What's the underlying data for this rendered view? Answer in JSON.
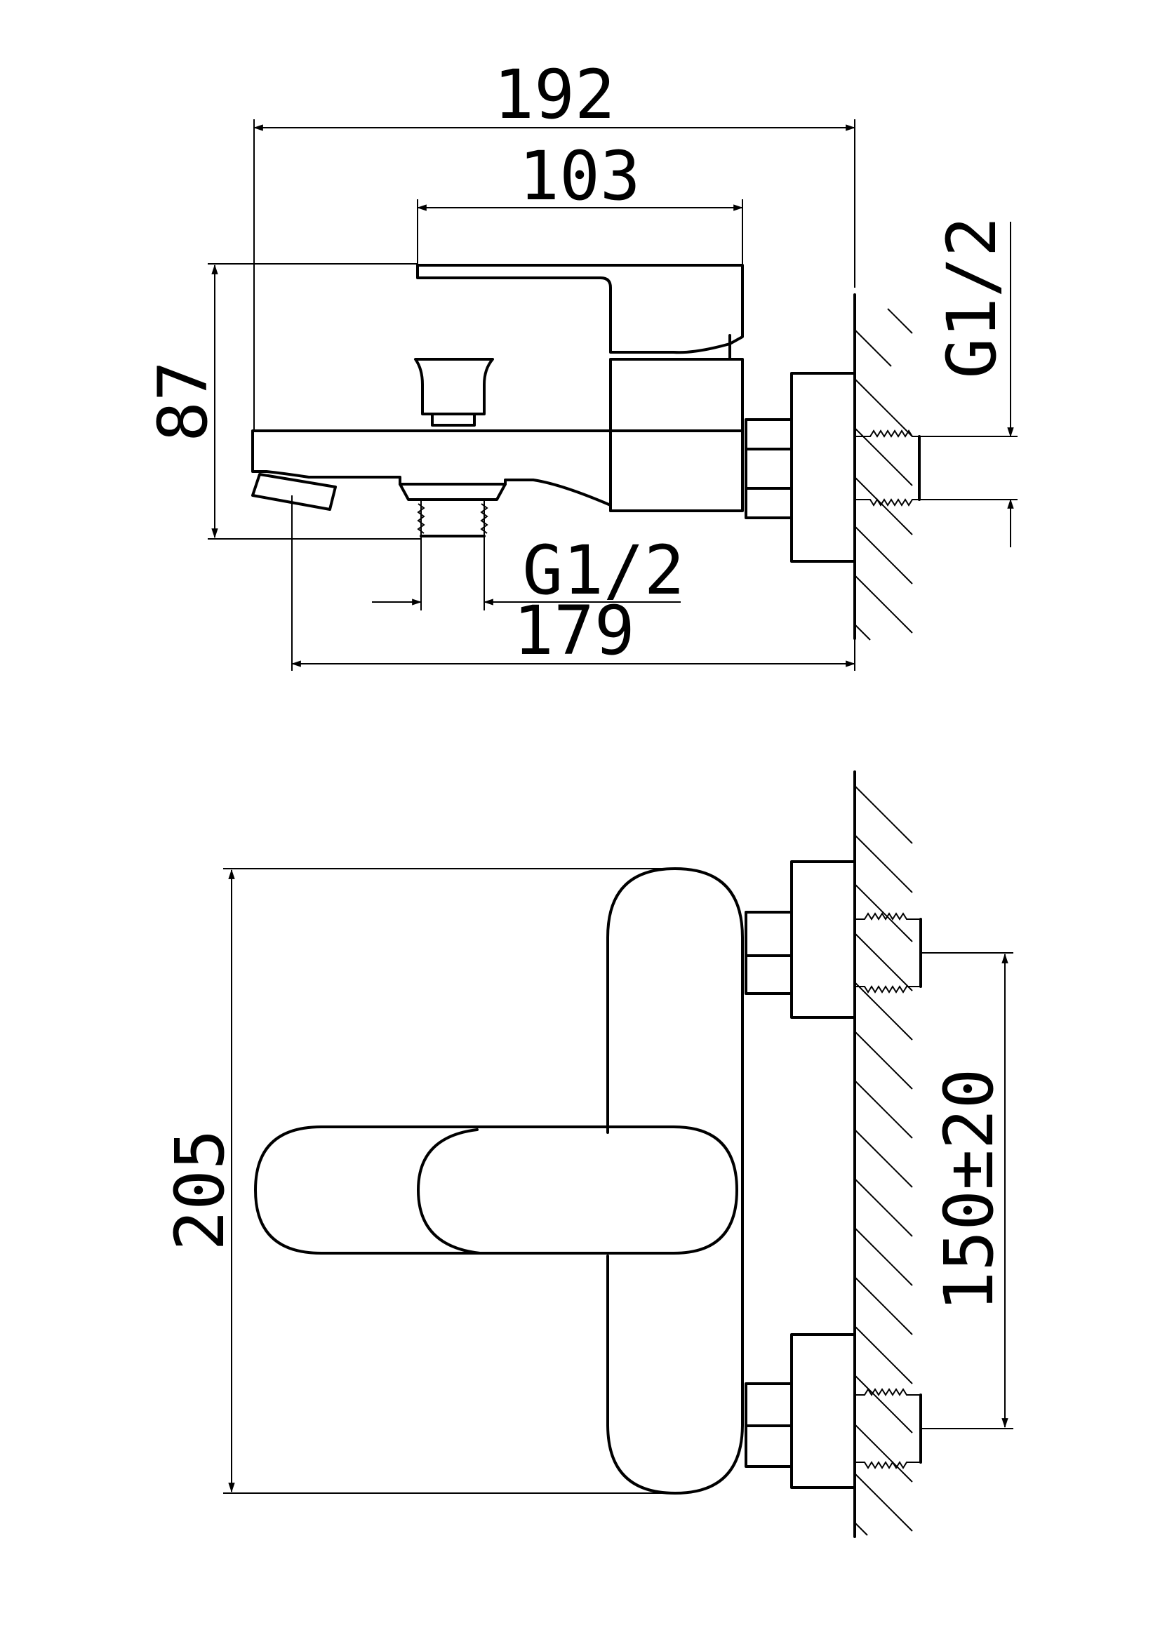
{
  "drawing": {
    "side_view": {
      "overall_width": "192",
      "lever_width": "103",
      "height": "87",
      "spout_to_wall": "179",
      "outlet_thread": "G1/2",
      "inlet_thread": "G1/2"
    },
    "front_view": {
      "overall_height": "205",
      "inlet_spacing": "150±20"
    }
  }
}
